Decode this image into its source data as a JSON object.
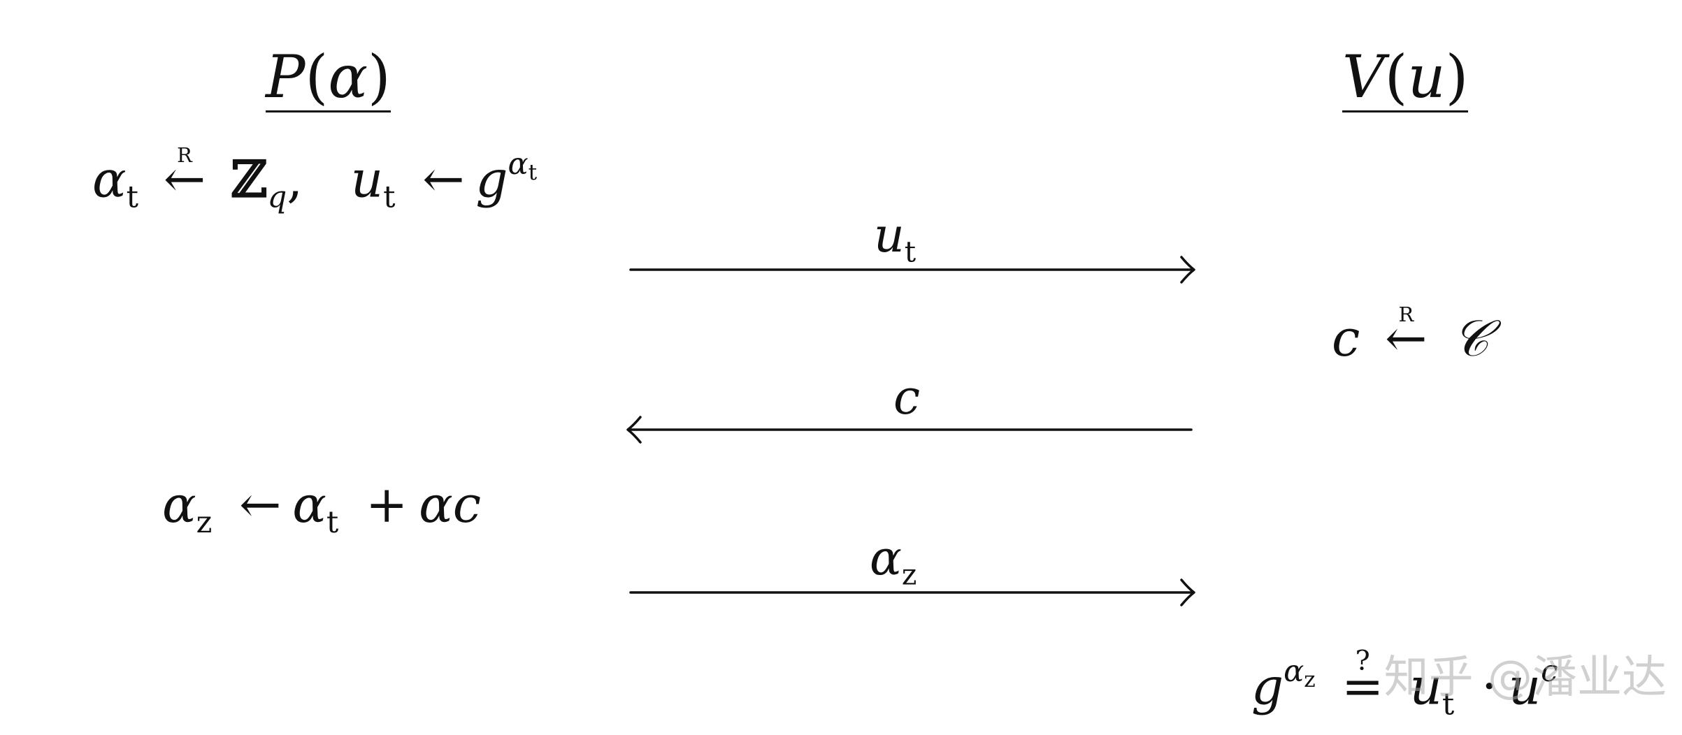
{
  "prover": {
    "name": "P",
    "param": "α"
  },
  "verifier": {
    "name": "V",
    "param": "u"
  },
  "step1": {
    "alpha": "α",
    "alpha_sub": "t",
    "rand_arrow": "←",
    "rand_mark": "R",
    "field": "ℤ",
    "field_sub": "q",
    "separator": ",",
    "u": "u",
    "u_sub": "t",
    "assign_arrow": "←",
    "g": "g",
    "exp_alpha": "α",
    "exp_sub": "t"
  },
  "msg1": {
    "var": "u",
    "sub": "t"
  },
  "challenge": {
    "c": "c",
    "rand_arrow": "←",
    "rand_mark": "R",
    "set": "𝒞"
  },
  "msg2": {
    "var": "c"
  },
  "step3": {
    "alpha": "α",
    "alpha_sub": "z",
    "assign_arrow": "←",
    "alpha2": "α",
    "alpha2_sub": "t",
    "plus": "+",
    "alpha3": "α",
    "c": "c"
  },
  "msg3": {
    "var": "α",
    "sub": "z"
  },
  "check": {
    "g": "g",
    "exp_alpha": "α",
    "exp_sub": "z",
    "question": "?",
    "equals": "=",
    "u": "u",
    "u_sub": "t",
    "dot": "·",
    "u2": "u",
    "u2_exp": "c"
  },
  "watermark": {
    "text": "知乎 @潘业达"
  }
}
